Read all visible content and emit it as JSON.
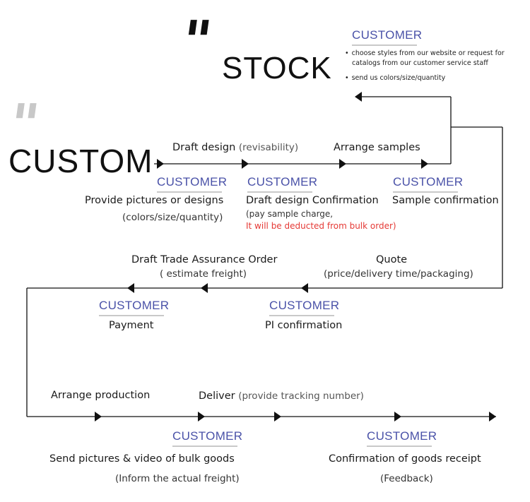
{
  "stock": {
    "quote_mark": "\"",
    "title": "STOCK",
    "customer_label": "CUSTOMER",
    "bullets": [
      "choose styles from our website or request for",
      "catalogs from our customer service staff",
      "send us colors/size/quantity"
    ]
  },
  "custom": {
    "quote_mark": "\"",
    "title": "CUSTOM"
  },
  "row1": {
    "step1_label": "Draft design",
    "step1_note": "(revisability)",
    "step2_label": "Arrange samples",
    "customer1": {
      "label": "CUSTOMER",
      "line1": "Provide pictures or designs",
      "line2": "(colors/size/quantity)"
    },
    "customer2": {
      "label": "CUSTOMER",
      "line1": "Draft design Confirmation",
      "line2": "(pay sample charge,",
      "line3": "It will be deducted from bulk order)"
    },
    "customer3": {
      "label": "CUSTOMER",
      "line1": "Sample confirmation"
    }
  },
  "row2": {
    "step1_label": "Draft Trade Assurance Order",
    "step1_note": "( estimate freight)",
    "step2_label": "Quote",
    "step2_note": "(price/delivery time/packaging)",
    "customer1": {
      "label": "CUSTOMER",
      "line1": "Payment"
    },
    "customer2": {
      "label": "CUSTOMER",
      "line1": "PI confirmation"
    }
  },
  "row3": {
    "step1_label": "Arrange production",
    "step2_label": "Deliver",
    "step2_note": "(provide tracking number)",
    "customer1": {
      "label": "CUSTOMER",
      "line1": "Send pictures & video of bulk goods",
      "line2": "(Inform the actual freight)"
    },
    "customer2": {
      "label": "CUSTOMER",
      "line1": "Confirmation of goods receipt",
      "line2": "(Feedback)"
    }
  },
  "colors": {
    "customer_label": "#4a52a8",
    "warning": "#e53935",
    "line": "#111111"
  }
}
